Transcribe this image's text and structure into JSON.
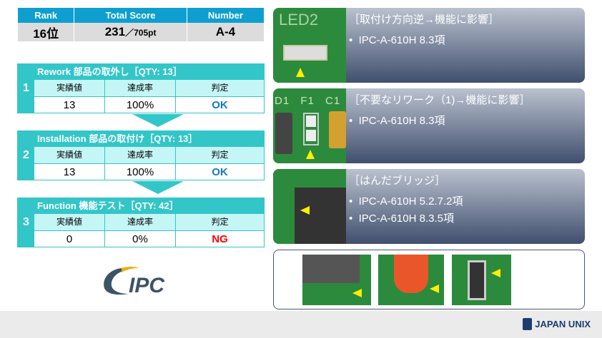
{
  "summary": {
    "headers": [
      "Rank",
      "Total Score",
      "Number"
    ],
    "rank": "16位",
    "score": "231",
    "score_sep": "／",
    "score_total": "705pt",
    "number": "A-4"
  },
  "sections": [
    {
      "num": "1",
      "title": "Rework  部品の取外し［QTY: 13］",
      "cols": [
        "実績値",
        "達成率",
        "判定"
      ],
      "values": [
        "13",
        "100%",
        "OK"
      ]
    },
    {
      "num": "2",
      "title": "Installation  部品の取付け［QTY: 13］",
      "cols": [
        "実績値",
        "達成率",
        "判定"
      ],
      "values": [
        "13",
        "100%",
        "OK"
      ]
    },
    {
      "num": "3",
      "title": "Function  機能テスト［QTY: 42］",
      "cols": [
        "実績値",
        "達成率",
        "判定"
      ],
      "values": [
        "0",
        "0%",
        "NG"
      ]
    }
  ],
  "cards": [
    {
      "title": "［取付け方向逆→機能に影響］",
      "bullets": [
        "IPC-A-610H 8.3項"
      ],
      "photo_labels": "LED2"
    },
    {
      "title": "［不要なリワーク（1)→機能に影響］",
      "bullets": [
        "IPC-A-610H 8.3項"
      ],
      "photo_labels": "D1 F1 C1"
    },
    {
      "title": "［はんだブリッジ］",
      "bullets": [
        "IPC-A-610H 5.2.7.2項",
        "IPC-A-610H 8.3.5項"
      ]
    }
  ],
  "logos": {
    "ipc": "IPC",
    "japan_unix": "JAPAN UNIX"
  },
  "colors": {
    "teal": "#33c6c8",
    "blue": "#0e9fd0",
    "ok": "#1478c8",
    "ng": "#ff0000"
  }
}
